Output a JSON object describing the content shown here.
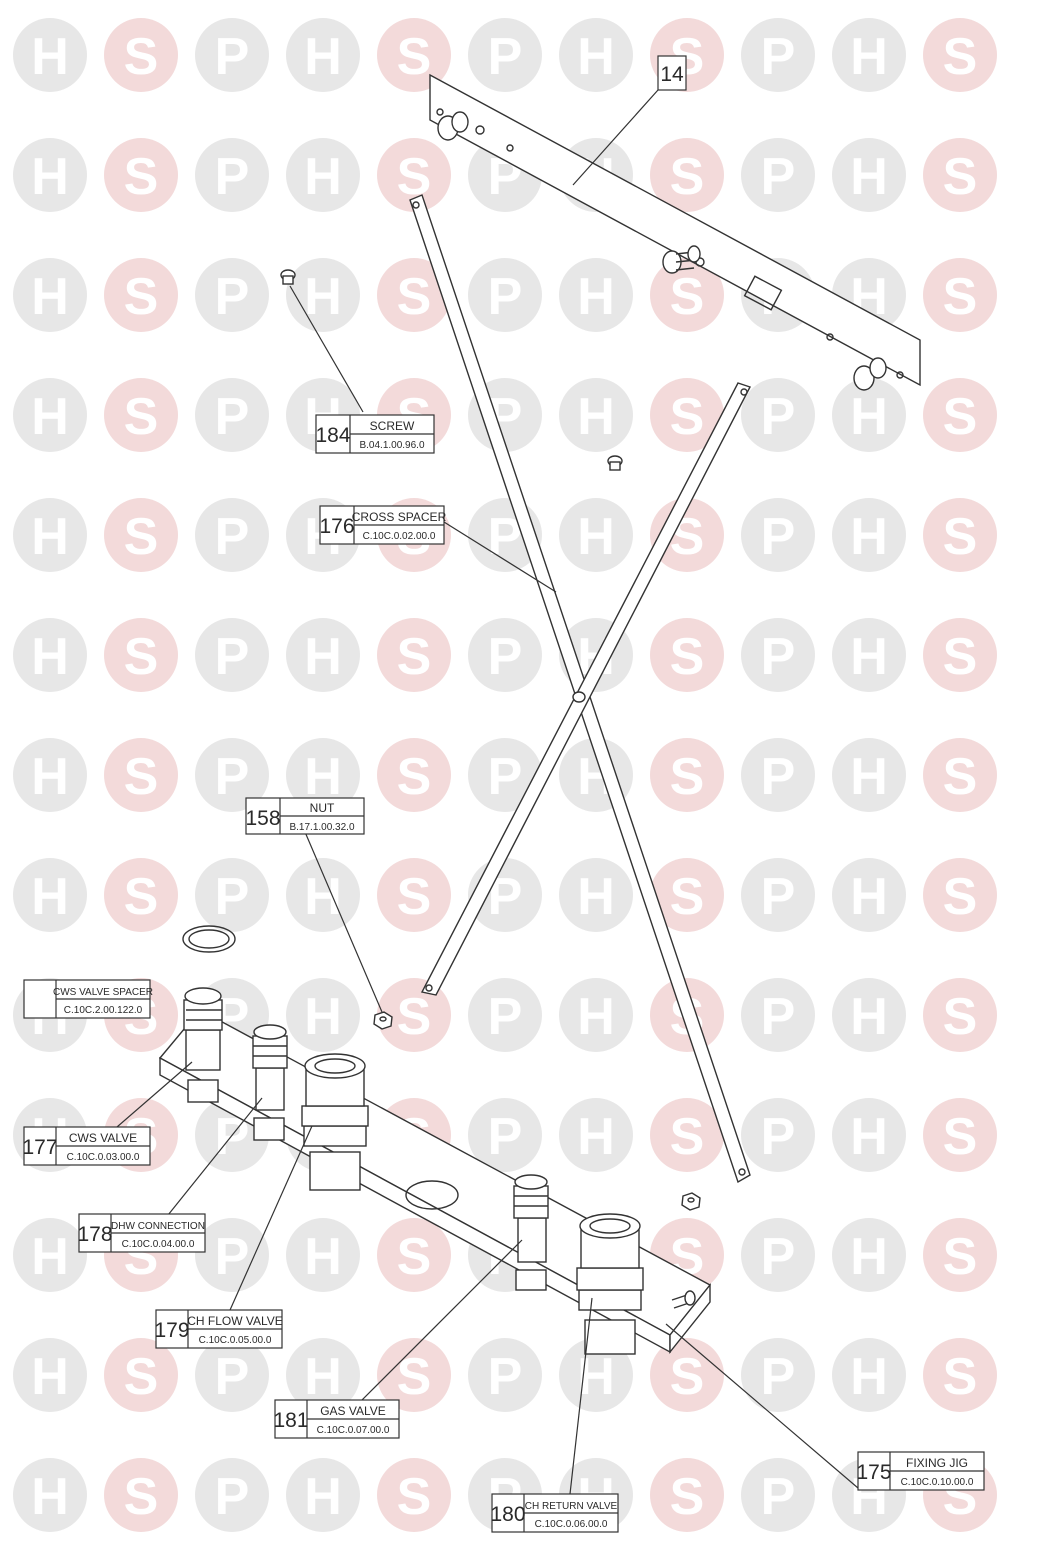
{
  "watermark": {
    "letters": [
      "H",
      "S",
      "P"
    ],
    "colors": {
      "circle_grey": "#e7e7e7",
      "circle_pink": "#f3dada",
      "letter": "#ffffff"
    }
  },
  "callouts": [
    {
      "id": "14",
      "number": "14",
      "name": "",
      "code": ""
    },
    {
      "id": "184",
      "number": "184",
      "name": "SCREW",
      "code": "B.04.1.00.96.0"
    },
    {
      "id": "176",
      "number": "176",
      "name": "CROSS SPACER",
      "code": "C.10C.0.02.00.0"
    },
    {
      "id": "158",
      "number": "158",
      "name": "NUT",
      "code": "B.17.1.00.32.0"
    },
    {
      "id": "cws-spacer",
      "number": "",
      "name": "CWS VALVE SPACER",
      "code": "C.10C.2.00.122.0"
    },
    {
      "id": "177",
      "number": "177",
      "name": "CWS VALVE",
      "code": "C.10C.0.03.00.0"
    },
    {
      "id": "178",
      "number": "178",
      "name": "DHW CONNECTION",
      "code": "C.10C.0.04.00.0"
    },
    {
      "id": "179",
      "number": "179",
      "name": "CH FLOW VALVE",
      "code": "C.10C.0.05.00.0"
    },
    {
      "id": "181",
      "number": "181",
      "name": "GAS VALVE",
      "code": "C.10C.0.07.00.0"
    },
    {
      "id": "180",
      "number": "180",
      "name": "CH RETURN VALVE",
      "code": "C.10C.0.06.00.0"
    },
    {
      "id": "175",
      "number": "175",
      "name": "FIXING JIG",
      "code": "C.10C.0.10.00.0"
    }
  ]
}
